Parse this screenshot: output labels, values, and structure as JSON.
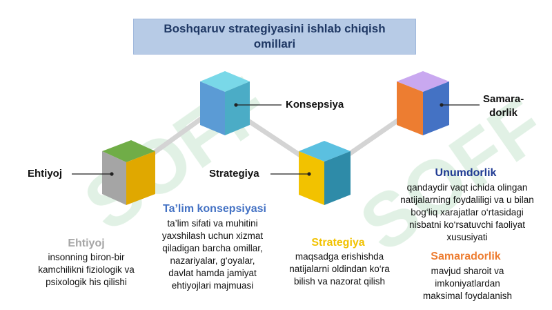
{
  "title": "Boshqaruv strategiyasini ishlab chiqish omillari",
  "nodes": {
    "ehtiyoj": {
      "label": "Ehtiyoj"
    },
    "konsepsiya": {
      "label": "Konsepsiya"
    },
    "strategiya": {
      "label": "Strategiya"
    },
    "samaradorlik": {
      "label": "Samara-\ndorlik"
    }
  },
  "sections": {
    "ehtiyoj": {
      "heading": "Ehtiyoj",
      "text": "insonning biron-bir kamchilikni fiziologik va psixologik his qilishi"
    },
    "talim": {
      "heading": "Ta’lim konsepsiyasi",
      "text": "ta’lim sifati va muhitini yaxshilash uchun xizmat qiladigan barcha omillar, nazariyalar, g‘oyalar, davlat hamda jamiyat ehtiyojlari majmuasi"
    },
    "strategiya": {
      "heading": "Strategiya",
      "text": "maqsadga erishishda natijalarni oldindan ko‘ra bilish va nazorat qilish"
    },
    "unumdorlik": {
      "heading": "Unumdorlik",
      "text": "qandaydir vaqt ichida olingan natijalarning foydaliligi va u bilan bog‘liq xarajatlar o‘rtasidagi nisbatni ko‘rsatuvchi faoliyat xususiyati"
    },
    "samaradorlik": {
      "heading": "Samaradorlik",
      "text": "mavjud sharoit va imkoniyatlardan maksimal foydalanish"
    }
  },
  "colors": {
    "title_bg": "#b7cbe6",
    "title_text": "#1f3864",
    "ehtiyoj_heading": "#a6a6a6",
    "talim_heading": "#4472c4",
    "strategiya_heading": "#f2c200",
    "unumdorlik_heading": "#1f3a93",
    "samaradorlik_heading": "#ed7d31",
    "watermark": "#a9d8b4"
  }
}
